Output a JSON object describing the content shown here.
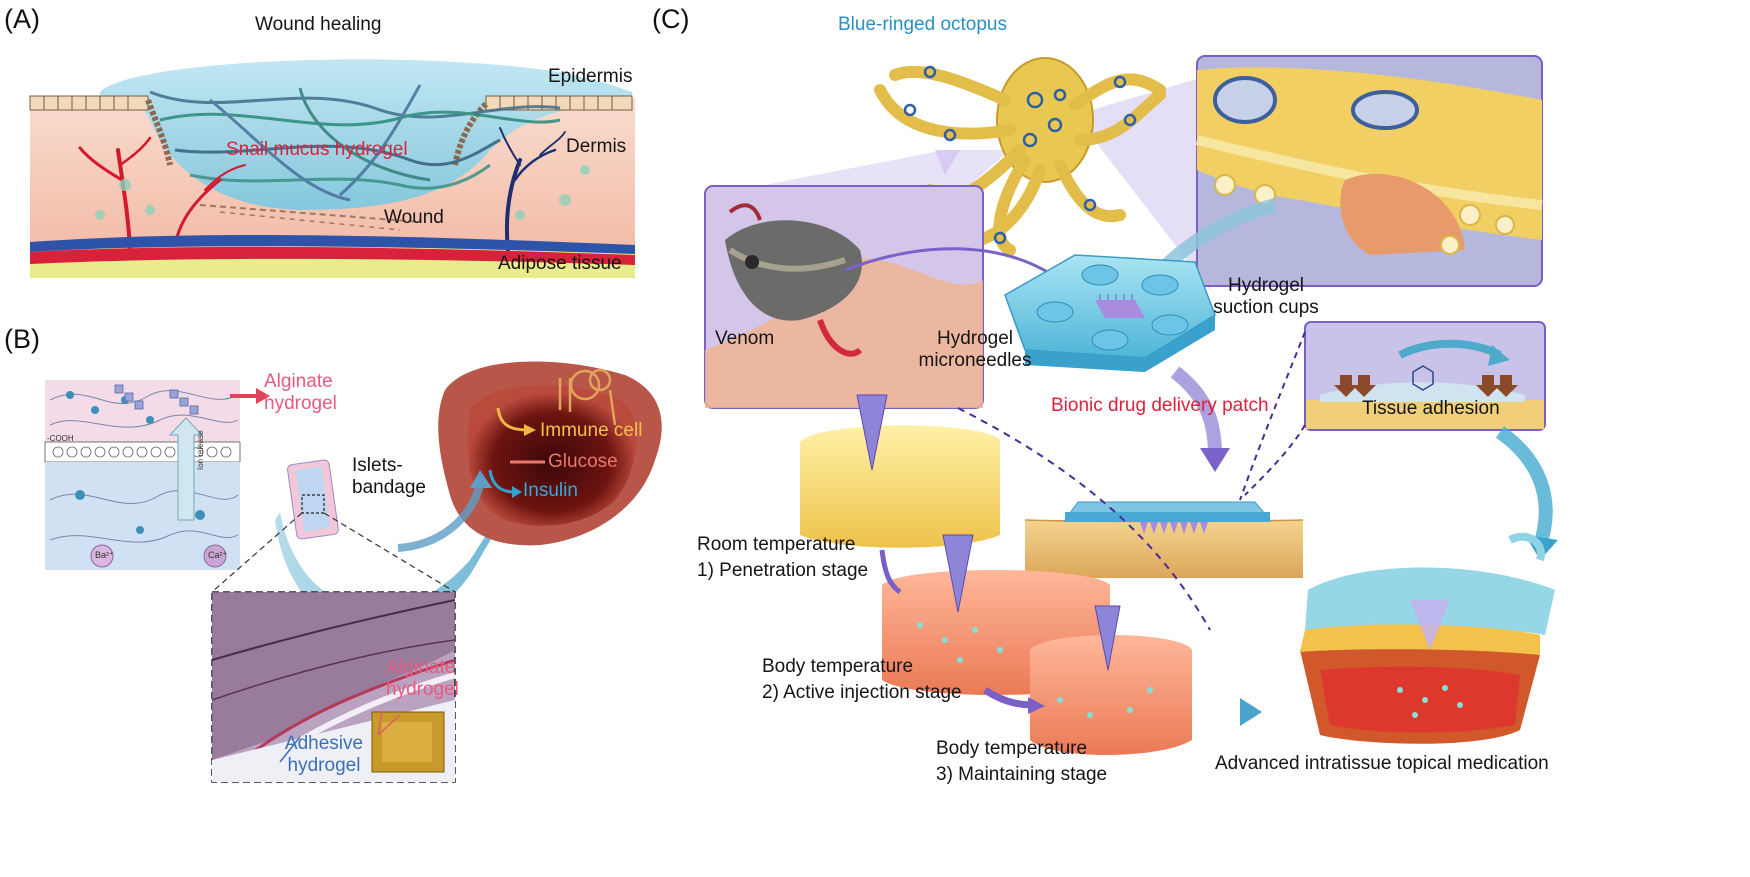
{
  "panels": {
    "a": {
      "label": "(A)",
      "title": "Wound healing",
      "labels": {
        "epidermis": "Epidermis",
        "dermis": "Dermis",
        "snail_gel": "Snail mucus hydrogel",
        "wound": "Wound",
        "adipose": "Adipose tissue"
      }
    },
    "b": {
      "label": "(B)",
      "labels": {
        "alginate_top": "Alginate hydrogel",
        "immune": "Immune cell",
        "glucose": "Glucose",
        "insulin": "Insulin",
        "islets": "Islets-bandage",
        "alginate_bottom": "Alginate hydrogel",
        "adhesive": "Adhesive hydrogel",
        "cooh": "-COOH",
        "ion_release": "Ion release",
        "ba": "Ba²⁺",
        "ca": "Ca²⁺"
      }
    },
    "c": {
      "label": "(C)",
      "labels": {
        "octopus": "Blue-ringed octopus",
        "venom": "Venom",
        "suction": "Hydrogel suction cups",
        "microneedles": "Hydrogel microneedles",
        "bionic": "Bionic drug delivery patch",
        "adhesion": "Tissue adhesion",
        "room": "Room temperature",
        "stage1": "1) Penetration stage",
        "body1": "Body temperature",
        "stage2": "2) Active injection stage",
        "body2": "Body temperature",
        "stage3": "3) Maintaining stage",
        "advanced": "Advanced intratissue topical medication"
      }
    }
  },
  "colors": {
    "red_label": "#e0203c",
    "octopus_label": "#2a8fc4",
    "dermis": "#f7cdbd",
    "hydrogel": "#9fd8ea",
    "adipose": "#e8ec8c",
    "inset_border": "#7b5fc4"
  }
}
